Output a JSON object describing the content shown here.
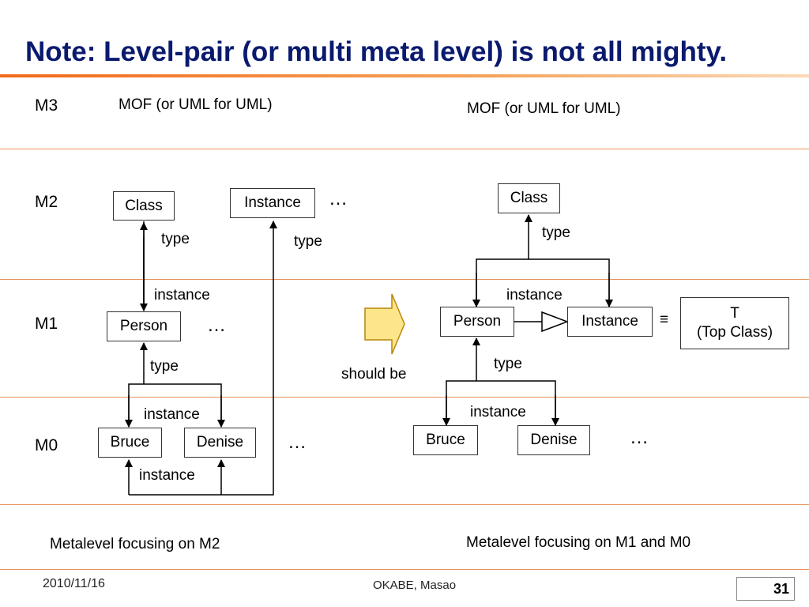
{
  "title": "Note: Level-pair (or multi meta level) is not all mighty.",
  "levels": {
    "m3": "M3",
    "m2": "M2",
    "m1": "M1",
    "m0": "M0"
  },
  "left": {
    "mof": "MOF (or UML for UML)",
    "class": "Class",
    "instance": "Instance",
    "person": "Person",
    "bruce": "Bruce",
    "denise": "Denise",
    "type_class": "type",
    "type_instance": "type",
    "instance_person": "instance",
    "type_person": "type",
    "instance_m0": "instance",
    "instance_bottom": "instance",
    "dots_m2": "…",
    "dots_m1": "…",
    "dots_m0": "…",
    "caption": "Metalevel focusing on M2"
  },
  "middle": {
    "should_be": "should be"
  },
  "right": {
    "mof": "MOF (or UML for UML)",
    "class": "Class",
    "type_class": "type",
    "instance_m1": "instance",
    "person": "Person",
    "instance": "Instance",
    "equiv": "≡",
    "top_class_t": "T",
    "top_class_label": "(Top Class)",
    "type_person": "type",
    "instance_m0": "instance",
    "bruce": "Bruce",
    "denise": "Denise",
    "dots_m0": "…",
    "caption": "Metalevel focusing on M1 and M0"
  },
  "footer": {
    "date": "2010/11/16",
    "author": "OKABE, Masao",
    "page": "31"
  },
  "colors": {
    "title": "#0a1a6e",
    "rule": "#f26a1b",
    "arrow_fill": "#fde68a"
  }
}
